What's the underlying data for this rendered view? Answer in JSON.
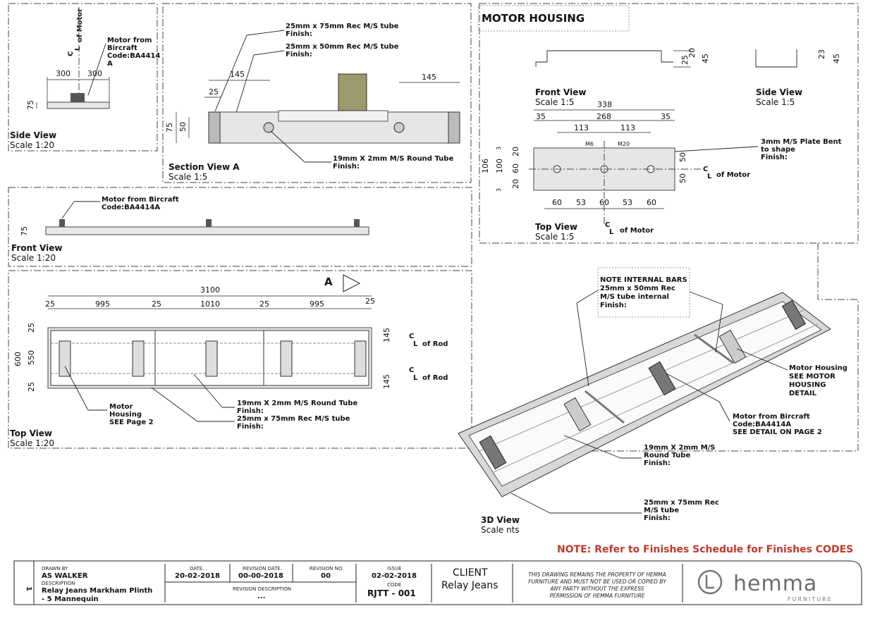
{
  "side_view": {
    "cl_label": "C",
    "cl_sub": "L",
    "cl_of": "of Motor",
    "motor_note": [
      "Motor from",
      "Bircraft",
      "Code:BA4414",
      "A"
    ],
    "dim_left": "300",
    "dim_right": "300",
    "dim_h": "75",
    "title": "Side View",
    "scale": "Scale 1:20"
  },
  "section_view": {
    "tube1": [
      "25mm x 75mm Rec M/S tube",
      "Finish:"
    ],
    "tube2": [
      "25mm x 50mm Rec M/S tube",
      "Finish:"
    ],
    "round": [
      "19mm X 2mm M/S Round Tube",
      "Finish:"
    ],
    "dim_145a": "145",
    "dim_145b": "145",
    "dim_25": "25",
    "dim_75": "75",
    "dim_50": "50",
    "title": "Section View A",
    "scale": "Scale 1:5"
  },
  "motor_housing": {
    "heading": "MOTOR HOUSING",
    "front_title": "Front View",
    "front_scale": "Scale 1:5",
    "side_title": "Side View",
    "side_scale": "Scale 1:5",
    "top_title": "Top View",
    "top_scale": "Scale 1:5",
    "d2520a": "25",
    "d2520b": "20",
    "d45": "45",
    "d23": "23",
    "d45b": "45",
    "d338": "338",
    "d35a": "35",
    "d268": "268",
    "d35b": "35",
    "d113a": "113",
    "d113b": "113",
    "m6": "M6",
    "m20": "M20",
    "d3a": "3",
    "d20a": "20",
    "d106": "106",
    "d100": "100",
    "d60v": "60",
    "d20b": "20",
    "d3b": "3",
    "d50a": "50",
    "d50b": "50",
    "b60a": "60",
    "b53a": "53",
    "b60b": "60",
    "b53b": "53",
    "b60c": "60",
    "plate_note": [
      "3mm M/S Plate Bent",
      "to shape",
      "Finish:"
    ],
    "cl_c": "C",
    "cl_l": "L",
    "cl_motor": "of Motor"
  },
  "front_view": {
    "motor_note": [
      "Motor from Bircraft",
      "Code:BA4414A"
    ],
    "dim_75": "75",
    "title": "Front View",
    "scale": "Scale 1:20"
  },
  "top_view": {
    "section_mark": "A",
    "total": "3100",
    "dims": [
      "25",
      "995",
      "25",
      "1010",
      "25",
      "995",
      "25"
    ],
    "d25a": "25",
    "d600": "600",
    "d550": "550",
    "d25b": "25",
    "d145a": "145",
    "d145b": "145",
    "rod1": "of Rod",
    "rod2": "of Rod",
    "cl_c": "C",
    "cl_l": "L",
    "housing_note": [
      "Motor",
      "Housing",
      "SEE Page 2"
    ],
    "round_note": [
      "19mm X 2mm M/S Round Tube",
      "Finish:"
    ],
    "rec_note": [
      "25mm x 75mm Rec M/S tube",
      "Finish:"
    ],
    "title": "Top View",
    "scale": "Scale 1:20"
  },
  "view_3d": {
    "bars_note": [
      "NOTE INTERNAL BARS",
      "25mm x 50mm Rec",
      "M/S tube internal",
      "Finish:"
    ],
    "housing_note": [
      "Motor Housing",
      "SEE MOTOR",
      "HOUSING",
      "DETAIL"
    ],
    "motor_note": [
      "Motor from Bircraft",
      "Code:BA4414A",
      "SEE DETAIL ON PAGE 2"
    ],
    "round_note": [
      "19mm X 2mm M/S",
      "Round Tube",
      "Finish:"
    ],
    "rec_note": [
      "25mm x 75mm Rec",
      "M/S tube",
      "Finish:"
    ],
    "title": "3D  View",
    "scale": "Scale nts"
  },
  "finish_note": "NOTE: Refer to Finishes Schedule for Finishes CODES",
  "title_block": {
    "sheet_no": "1",
    "drawn_by_label": "DRAWN BY",
    "drawn_by": "AS WALKER",
    "desc_label": "DESCRIPTION",
    "desc1": "Relay Jeans Markham Plinth",
    "desc2": "- 5 Mannequin",
    "date_label": "DATE.",
    "date": "20-02-2018",
    "rev_date_label": "REVISION DATE.",
    "rev_date": "00-00-2018",
    "rev_no_label": "REVISION NO.",
    "rev_no": "00",
    "rev_desc_label": "REVISION DESCRIPTION",
    "rev_desc": "...",
    "issue_label": "ISSUE",
    "issue": "02-02-2018",
    "code_label": "CODE",
    "code": "RJTT - 001",
    "client_label": "CLIENT",
    "client": "Relay Jeans",
    "disclaimer": [
      "THIS DRAWING REMAINS THE PROPERTY OF HEMMA",
      "FURNITURE AND MUST NOT BE USED OR COPIED BY",
      "ANY PARTY WITHOUT THE EXPRESS",
      "PERMISSION OF HEMMA FURNITURE"
    ],
    "brand": "hemma",
    "brand_sub": "FURNITURE"
  }
}
